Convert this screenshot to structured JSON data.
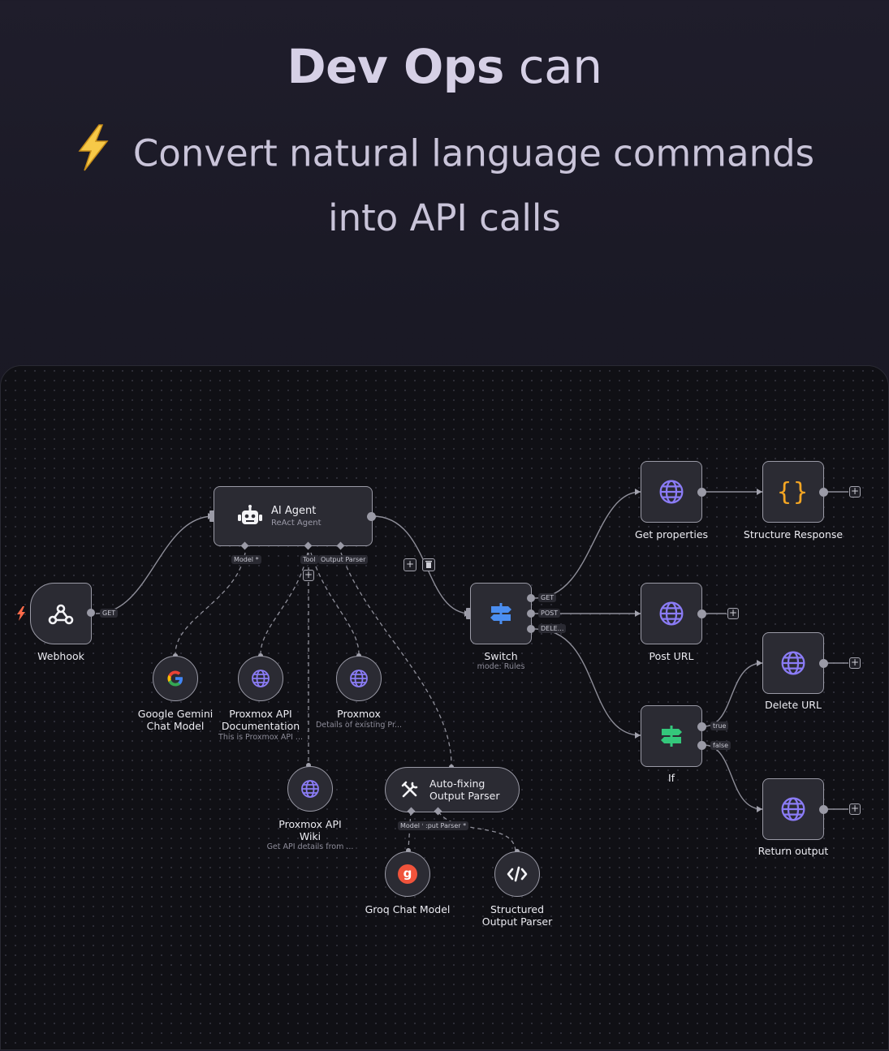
{
  "hero": {
    "title_bold": "Dev Ops",
    "title_rest": " can",
    "line1": "Convert natural language commands",
    "line2": "into API calls"
  },
  "workflow": {
    "trigger_icon": "lightning-trigger-icon",
    "nodes": {
      "webhook": {
        "label": "Webhook",
        "port_tag": "GET",
        "icon": "webhook-icon"
      },
      "ai_agent": {
        "title": "AI Agent",
        "subtitle": "ReAct Agent",
        "icon": "robot-icon",
        "tags": {
          "model": "Model *",
          "tool": "Tool",
          "parser": "Output Parser"
        }
      },
      "gemini": {
        "line1": "Google Gemini",
        "line2": "Chat Model",
        "icon": "google-icon"
      },
      "proxmox_doc": {
        "line1": "Proxmox API",
        "line2": "Documentation",
        "sub": "This is Proxmox API ...",
        "icon": "globe-icon"
      },
      "proxmox": {
        "line1": "Proxmox",
        "sub": "Details of existing Pr...",
        "icon": "globe-icon"
      },
      "proxmox_wiki": {
        "line1": "Proxmox API",
        "line2": "Wiki",
        "sub": "Get API details from ...",
        "icon": "globe-icon"
      },
      "autofix": {
        "line1": "Auto-fixing",
        "line2": "Output Parser",
        "icon": "tools-icon",
        "tags": {
          "model": "Model *",
          "parser": ":put Parser *"
        }
      },
      "groq": {
        "label": "Groq Chat Model",
        "icon": "groq-icon",
        "glyph": "g"
      },
      "structured": {
        "line1": "Structured",
        "line2": "Output Parser",
        "icon": "code-icon"
      },
      "switch": {
        "label": "Switch",
        "sub": "mode: Rules",
        "icon": "signpost-icon",
        "outputs": [
          "GET",
          "POST",
          "DELE..."
        ]
      },
      "get_props": {
        "label": "Get properties",
        "icon": "globe-icon"
      },
      "structure_resp": {
        "label": "Structure Response",
        "icon": "braces-icon",
        "glyph": "{}"
      },
      "post_url": {
        "label": "Post URL",
        "icon": "globe-icon"
      },
      "delete_url": {
        "label": "Delete URL",
        "icon": "globe-icon"
      },
      "if_node": {
        "label": "If",
        "icon": "signpost-icon",
        "outputs": [
          "true",
          "false"
        ]
      },
      "return_output": {
        "label": "Return output",
        "icon": "globe-icon"
      }
    },
    "colors": {
      "globe": "#8b7cf6",
      "switch": "#4b8ef0",
      "if": "#34c77b",
      "braces": "#f5a623",
      "groq": "#f0533b",
      "trigger": "#ff6b4a"
    }
  }
}
